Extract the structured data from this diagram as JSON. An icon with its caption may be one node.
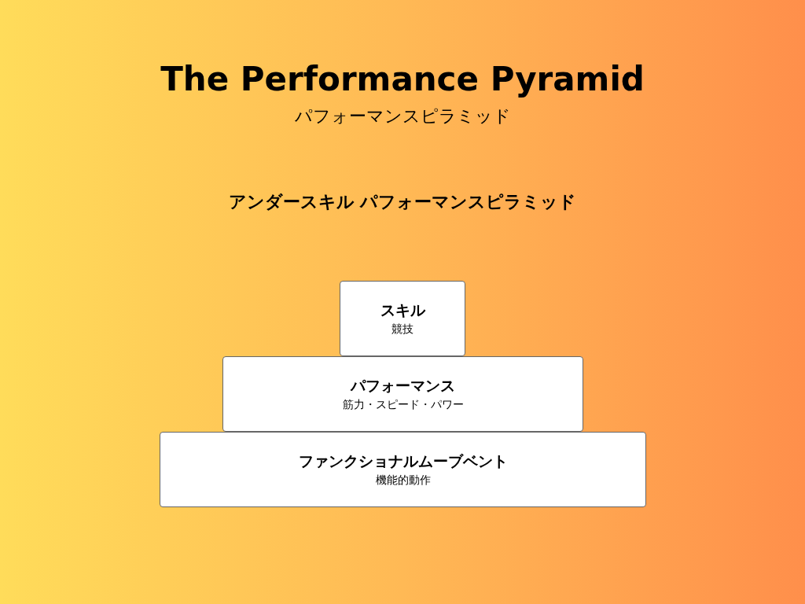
{
  "diagram": {
    "title": "The Performance Pyramid",
    "nodes": [
      {
        "text": [
          "スキル",
          "競技"
        ]
      },
      {
        "text": [
          "パフォーマンス",
          "筋力・スピード・パワー"
        ]
      },
      {
        "text": [
          "ファンクショナルムーブベント",
          "機能的動作"
        ]
      }
    ],
    "labels": [
      "パフォーマンスピラミッド",
      "アンダースキル パフォーマンスピラミッド"
    ]
  }
}
